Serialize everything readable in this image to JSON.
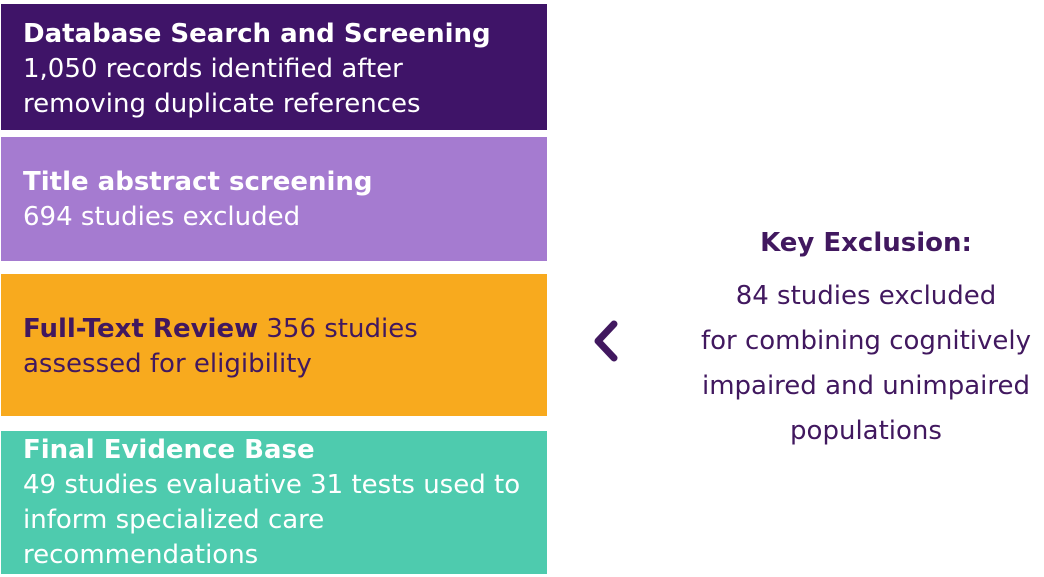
{
  "stages": [
    {
      "title": "Database Search and Screening",
      "text": "1,050 records identified after removing duplicate references"
    },
    {
      "title": "Title abstract screening",
      "text": "694 studies excluded"
    },
    {
      "title": "Full-Text Review",
      "text": " 356 studies assessed for eligibility"
    },
    {
      "title": "Final Evidence Base",
      "text": "49 studies evaluative 31 tests used to inform specialized care recommendations"
    }
  ],
  "key_exclusion": {
    "title": "Key Exclusion:",
    "lines": [
      "84 studies excluded",
      "for combining cognitively",
      "impaired and unimpaired",
      "populations"
    ]
  },
  "icons": {
    "pointer": "chevron-left-icon"
  },
  "colors": {
    "stage1": "#3f1468",
    "stage2": "#a57bd0",
    "stage3": "#f8aa1e",
    "stage4": "#4ecbae",
    "accent": "#41185f"
  }
}
